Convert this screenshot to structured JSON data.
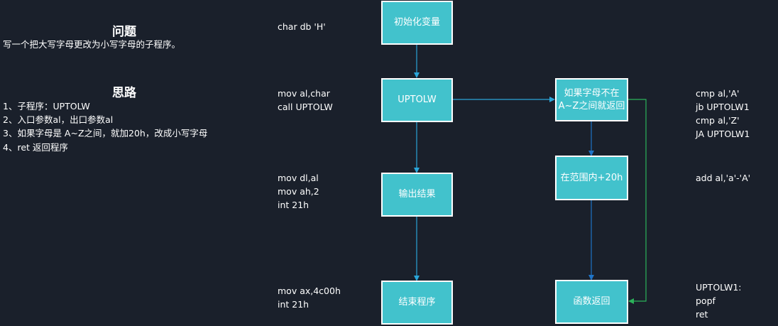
{
  "problem": {
    "title": "问题",
    "desc": "写一个把大写字母更改为小写字母的子程序。"
  },
  "approach": {
    "title": "思路",
    "lines": [
      "1、子程序：UPTOLW",
      "2、入口参数al，出口参数al",
      "3、如果字母是 A~Z之间，就加20h，改成小写字母",
      "4、ret 返回程序"
    ]
  },
  "code_left": [
    "char db 'H'",
    "mov al,char\ncall UPTOLW",
    "mov dl,al\nmov ah,2\nint 21h",
    "mov ax,4c00h\nint 21h"
  ],
  "code_right": [
    "cmp al,'A'\njb UPTOLW1\ncmp al,'Z'\nJA UPTOLW1",
    "add al,'a'-'A'",
    "UPTOLW1:\npopf\nret"
  ],
  "flow": {
    "init": "初始化变量",
    "uptolw": "UPTOLW",
    "output": "输出结果",
    "end": "结束程序",
    "check": "如果字母不在\nA~Z之间就返回",
    "add": "在范围内+20h",
    "return": "函数返回"
  },
  "colors": {
    "background": "#1a202b",
    "box_fill": "#42c2cc",
    "arrow_blue": "#2aa5d8",
    "arrow_green": "#2bb35a"
  }
}
